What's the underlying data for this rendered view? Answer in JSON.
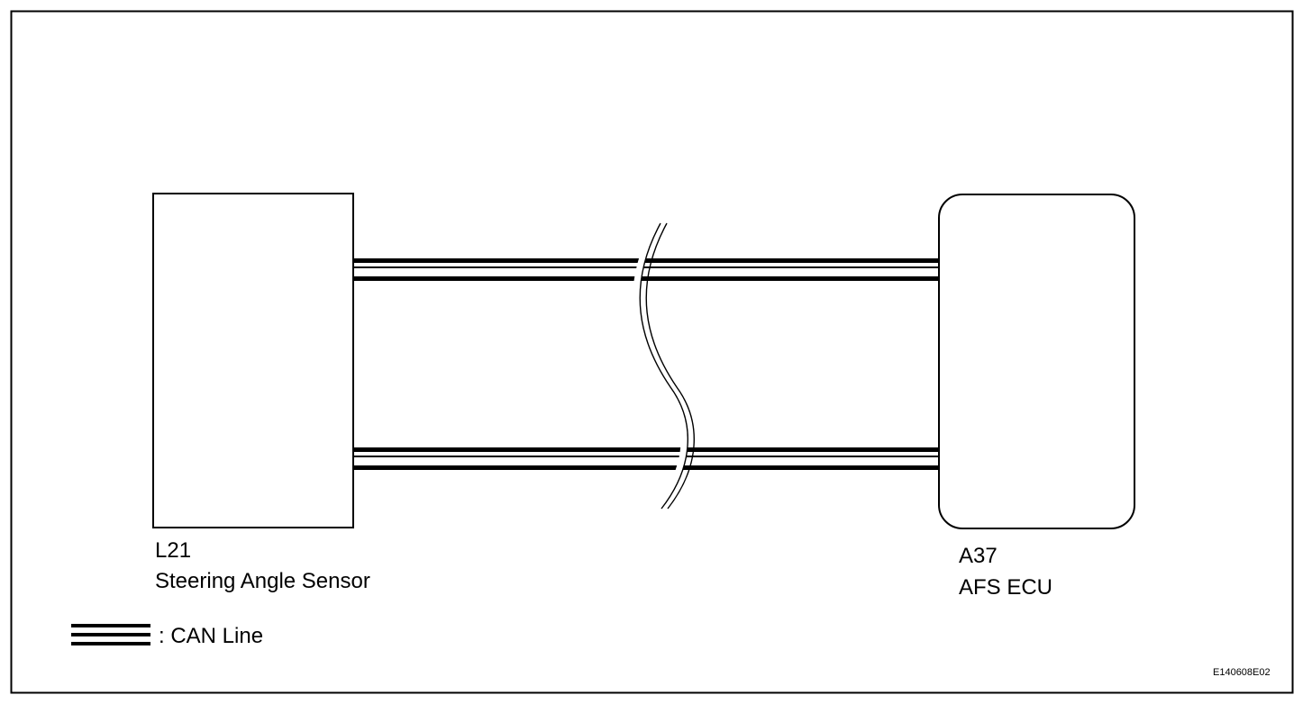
{
  "components": {
    "left": {
      "code": "L21",
      "name": "Steering Angle Sensor"
    },
    "right": {
      "code": "A37",
      "name": "AFS ECU"
    }
  },
  "legend": {
    "label": ": CAN Line"
  },
  "figure_id": "E140608E02",
  "colors": {
    "line": "#000000",
    "background": "#ffffff"
  }
}
